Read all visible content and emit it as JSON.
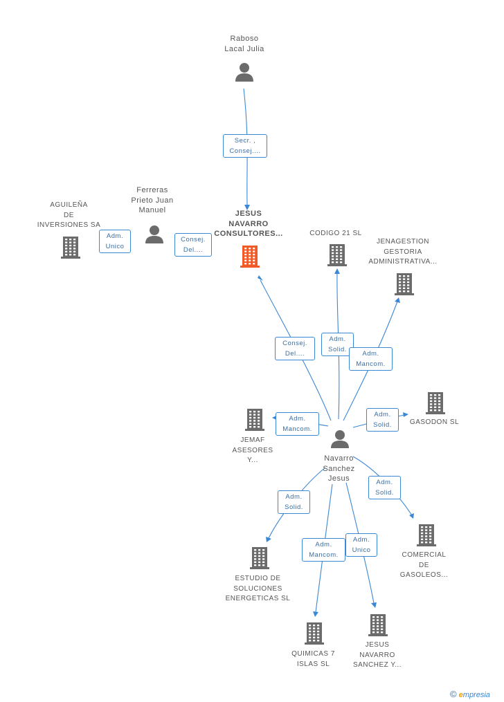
{
  "nodes": {
    "raboso": {
      "label1": "Raboso",
      "label2": "Lacal Julia",
      "type": "person-icon"
    },
    "ferreras": {
      "label1": "Ferreras",
      "label2": "Prieto Juan",
      "label3": "Manuel",
      "type": "person-icon"
    },
    "aguilena": {
      "label1": "AGUILEÑA",
      "label2": "DE",
      "label3": "INVERSIONES SA",
      "type": "building-icon"
    },
    "jesus_main": {
      "label1": "JESUS",
      "label2": "NAVARRO",
      "label3": "CONSULTORES...",
      "type": "building-icon",
      "color": "#f05a28"
    },
    "codigo21": {
      "label1": "CODIGO 21 SL",
      "type": "building-icon"
    },
    "jenagestion": {
      "label1": "JENAGESTION",
      "label2": "GESTORIA",
      "label3": "ADMINISTRATIVA...",
      "type": "building-icon"
    },
    "gasodon": {
      "label1": "GASODON SL",
      "type": "building-icon"
    },
    "jemaf": {
      "label1": "JEMAF",
      "label2": "ASESORES",
      "label3": "Y...",
      "type": "building-icon"
    },
    "navarro": {
      "label1": "Navarro",
      "label2": "Sanchez",
      "label3": "Jesus",
      "type": "person-icon"
    },
    "comercial": {
      "label1": "COMERCIAL",
      "label2": "DE",
      "label3": "GASOLEOS...",
      "type": "building-icon"
    },
    "estudio": {
      "label1": "ESTUDIO DE",
      "label2": "SOLUCIONES",
      "label3": "ENERGETICAS SL",
      "type": "building-icon"
    },
    "quimicas": {
      "label1": "QUIMICAS 7",
      "label2": "ISLAS  SL",
      "type": "building-icon"
    },
    "jesus_y": {
      "label1": "JESUS",
      "label2": "NAVARRO",
      "label3": "SANCHEZ Y...",
      "type": "building-icon"
    }
  },
  "relations": {
    "r_raboso": {
      "l1": "Secr. ,",
      "l2": "Consej...."
    },
    "r_aguilena": {
      "l1": "Adm.",
      "l2": "Unico"
    },
    "r_ferreras": {
      "l1": "Consej.",
      "l2": "Del...."
    },
    "r_navarro_main": {
      "l1": "Consej.",
      "l2": "Del...."
    },
    "r_codigo": {
      "l1": "Adm.",
      "l2": "Solid."
    },
    "r_jenagestion": {
      "l1": "Adm.",
      "l2": "Mancom."
    },
    "r_gasodon": {
      "l1": "Adm.",
      "l2": "Solid."
    },
    "r_jemaf": {
      "l1": "Adm.",
      "l2": "Mancom."
    },
    "r_comercial": {
      "l1": "Adm.",
      "l2": "Solid."
    },
    "r_estudio": {
      "l1": "Adm.",
      "l2": "Solid."
    },
    "r_quimicas": {
      "l1": "Adm.",
      "l2": "Mancom."
    },
    "r_jesus_y": {
      "l1": "Adm.",
      "l2": "Unico"
    }
  },
  "colors": {
    "edge": "#3a87d6",
    "icon": "#6b6b6b",
    "main_icon": "#f05a28"
  },
  "footer": {
    "copyright": "©",
    "brand_e": "e",
    "brand_rest": "mpresia"
  }
}
